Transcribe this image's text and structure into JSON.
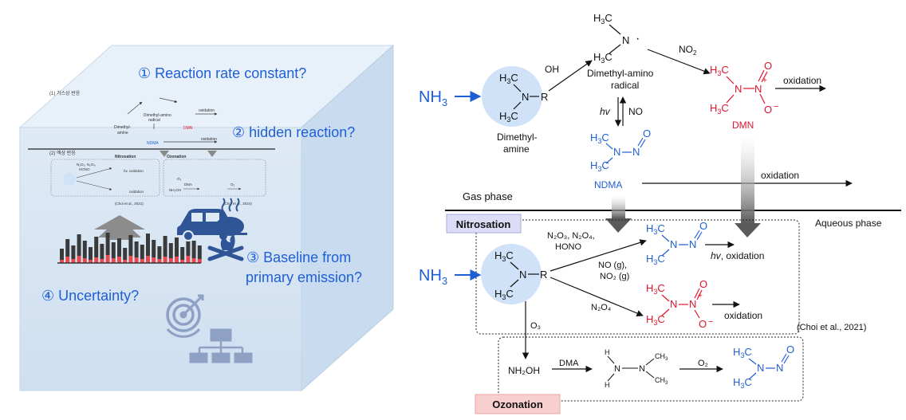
{
  "colors": {
    "blue": "#1f5fd6",
    "red": "#e0142b",
    "black": "#111111",
    "bubble": "#cfe2f7",
    "cube_front": "#d6e4f2",
    "cube_top": "#e7f0f9",
    "cube_side": "#c7d9ec",
    "nitro_box": "#dcdcf7",
    "ozo_box": "#f8cfcf"
  },
  "left": {
    "q1": "① Reaction rate constant?",
    "q2": "② hidden reaction?",
    "q3a": "③ Baseline from",
    "q3b": "primary emission?",
    "q4": "④ Uncertainty?",
    "mini": {
      "gas_title": "(1) 가스상 반응",
      "liq_title": "(2) 액상 반응",
      "dimethyl1": "Dimethyl-",
      "dimethyl2": "amine",
      "radical1": "Dimethyl-amino",
      "radical2": "radical",
      "oxidation": "oxidation",
      "dmn": "DMN",
      "ndma": "NDMA",
      "nitrosation": "Nitrosation",
      "ozonation": "Ozonation",
      "nitro_reag": "N₂O₃, N₂O₄,",
      "hono": "HONO",
      "hv_ox": "hv, oxidation",
      "nh2oh": "NH₂OH",
      "dma": "DMA",
      "o2": "O₂",
      "o3": "O₃",
      "choi2021": "(Choi et al., 2021)",
      "choi2024": "(Choi et al., 2024)"
    }
  },
  "right": {
    "nh3": "NH",
    "nh3_sub": "3",
    "h3c": "H",
    "h3c_sub": "3",
    "h3c_c": "C",
    "n": "N",
    "r": "R",
    "o": "O",
    "h": "H",
    "ch3": "CH",
    "ch3_sub": "3",
    "plus": "+",
    "minus": "−",
    "dot": "·",
    "oh": "OH",
    "no2_label": "NO",
    "no2_sub": "2",
    "dimethylamine1": "Dimethyl-",
    "dimethylamine2": "amine",
    "radical1": "Dimethyl-amino",
    "radical2": "radical",
    "hv": "hv",
    "no": "NO",
    "dmn": "DMN",
    "ndma": "NDMA",
    "oxidation": "oxidation",
    "gas_phase": "Gas phase",
    "aqueous_phase": "Aqueous phase",
    "nitrosation": "Nitrosation",
    "ozonation": "Ozonation",
    "reag1a": "N₂O₃, N₂O₄,",
    "reag1b": "HONO",
    "reag2a": "NO (g),",
    "reag2b": "NO₂ (g)",
    "n2o4": "N₂O₄",
    "hv_oxidation": ", oxidation",
    "choi": "(Choi et al., 2021)",
    "o3": "O₃",
    "nh2oh": "NH₂OH",
    "dma": "DMA",
    "o2": "O₂"
  }
}
